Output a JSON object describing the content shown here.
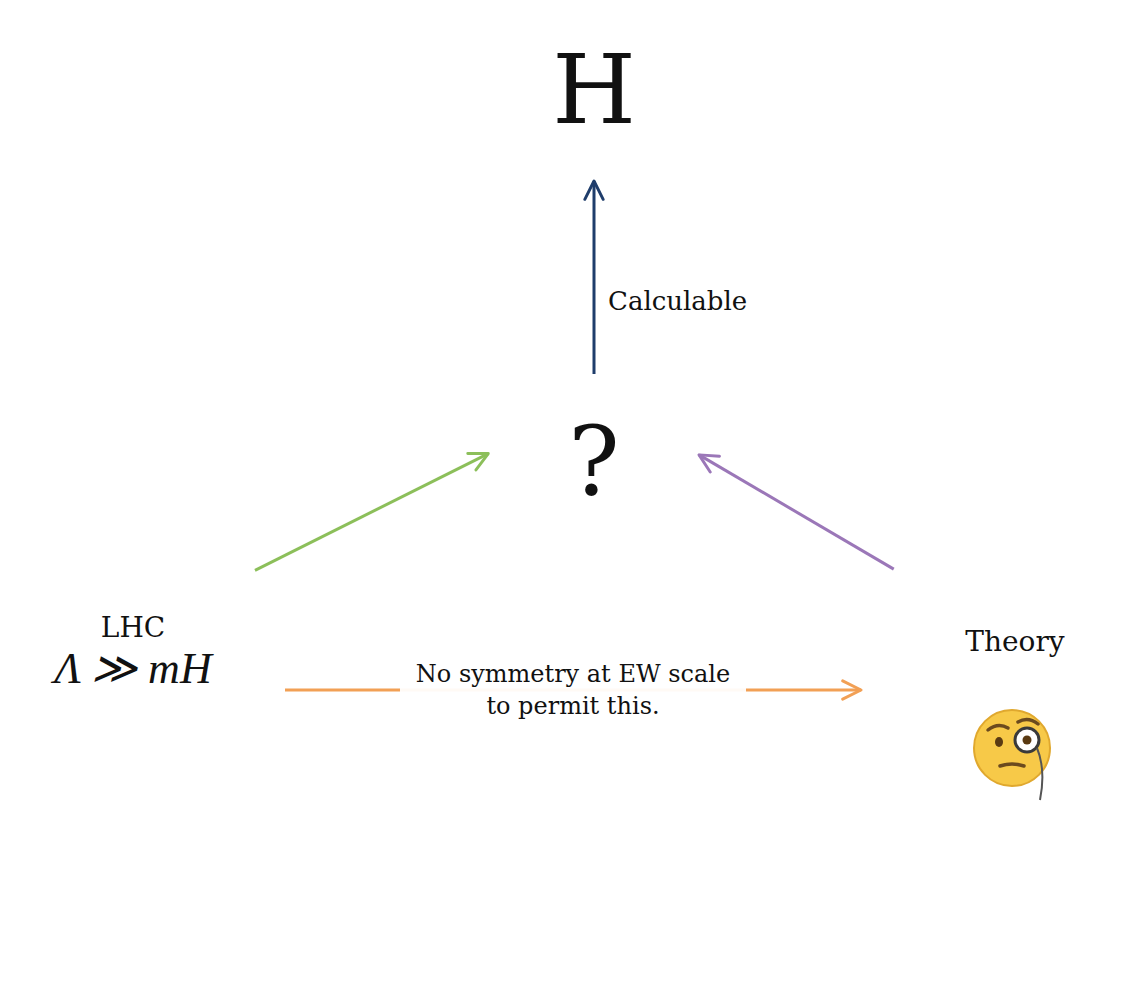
{
  "diagram": {
    "nodes": [
      {
        "text": [
          "H"
        ]
      },
      {
        "text": [
          "?"
        ]
      },
      {
        "text": [
          "LHC",
          "Λ ≫ mH"
        ]
      },
      {
        "text": [
          "Theory"
        ]
      }
    ],
    "edges": [
      {
        "from": 1,
        "to": 0,
        "arrow": "to",
        "label": "Calculable"
      },
      {
        "from": 2,
        "to": 1,
        "arrow": "to"
      },
      {
        "from": 3,
        "to": 1,
        "arrow": "to"
      },
      {
        "from": 2,
        "to": 3,
        "arrow": "to",
        "label": "No symmetry at EW scale to permit this."
      }
    ]
  }
}
